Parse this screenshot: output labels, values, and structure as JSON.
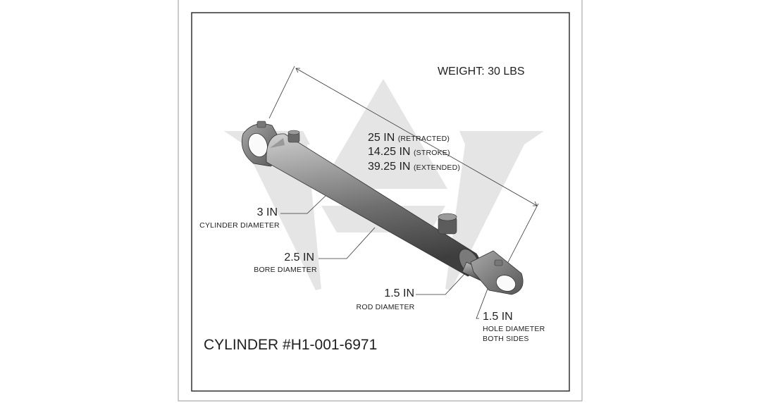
{
  "drawing": {
    "weight": "WEIGHT: 30 LBS",
    "part_number": "CYLINDER #H1-001-6971",
    "length": {
      "retracted_value": "25 IN",
      "retracted_note": "(RETRACTED)",
      "stroke_value": "14.25 IN",
      "stroke_note": "(STROKE)",
      "extended_value": "39.25 IN",
      "extended_note": "(EXTENDED)"
    },
    "cylinder_diameter": {
      "value": "3 IN",
      "label": "CYLINDER DIAMETER"
    },
    "bore_diameter": {
      "value": "2.5 IN",
      "label": "BORE DIAMETER"
    },
    "rod_diameter": {
      "value": "1.5 IN",
      "label": "ROD DIAMETER"
    },
    "hole_diameter": {
      "value": "1.5 IN",
      "label_line1": "HOLE DIAMETER",
      "label_line2": "BOTH SIDES"
    },
    "colors": {
      "border": "#222222",
      "watermark": "#e6e6e6",
      "steel": "#8a8a8a"
    }
  }
}
